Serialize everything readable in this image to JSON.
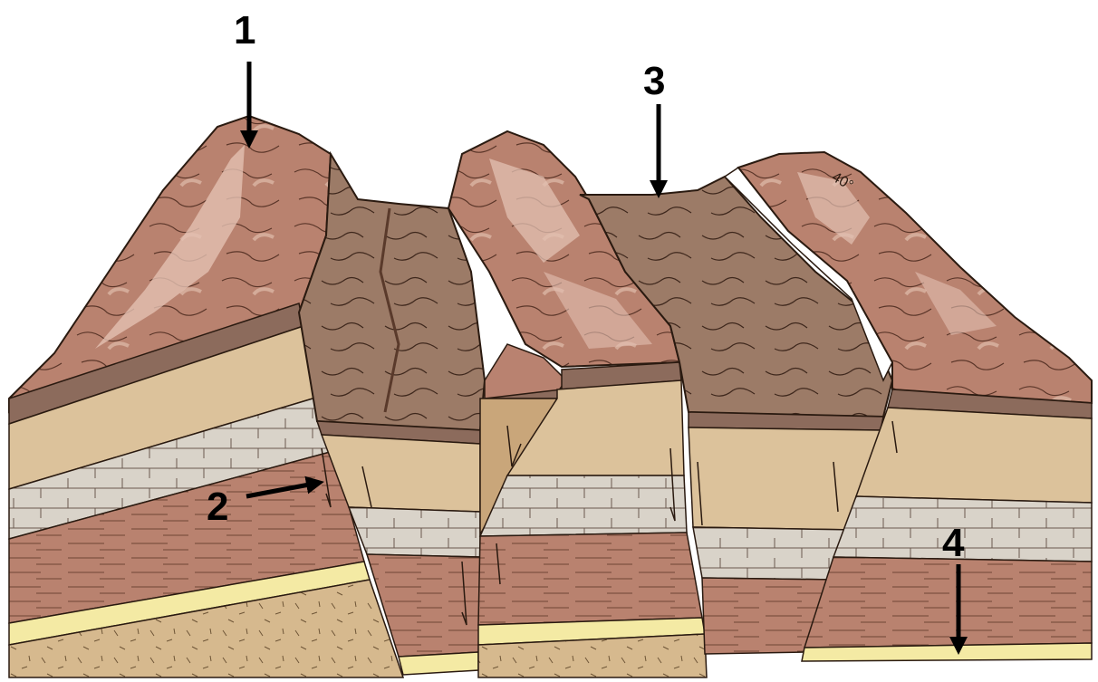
{
  "diagram": {
    "callouts": [
      {
        "id": "1",
        "label": "1"
      },
      {
        "id": "2",
        "label": "2"
      },
      {
        "id": "3",
        "label": "3"
      },
      {
        "id": "4",
        "label": "4"
      }
    ],
    "dip_annotation": "40°"
  },
  "colors": {
    "outline": "#2a1a10",
    "ridge_light": "#d9b2a4",
    "ridge_dark": "#a66f58",
    "valley": "#9a7a66",
    "sandstone": "#dcc29b",
    "limestone": "#d8d2c8",
    "shale_red": "#b98270",
    "coal_seam": "#f4eaa4",
    "basement": "#d6b98e",
    "dark_band": "#8c6b5c"
  }
}
